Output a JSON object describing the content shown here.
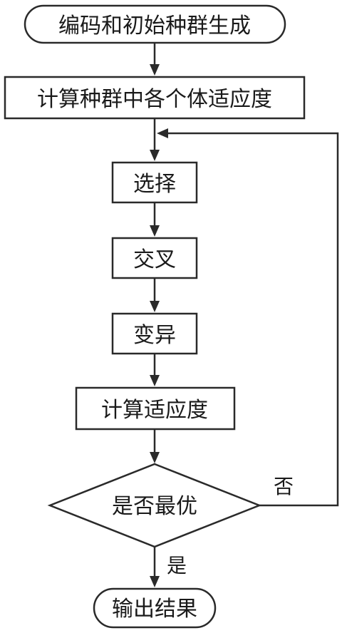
{
  "flowchart": {
    "start": "编码和初始种群生成",
    "fitness_all": "计算种群中各个体适应度",
    "select": "选择",
    "crossover": "交叉",
    "mutation": "变异",
    "fitness": "计算适应度",
    "decision": "是否最优",
    "end": "输出结果",
    "no_label": "否",
    "yes_label": "是"
  },
  "colors": {
    "line": "#2a2a2a",
    "text": "#1a1a1a",
    "background": "#ffffff"
  }
}
